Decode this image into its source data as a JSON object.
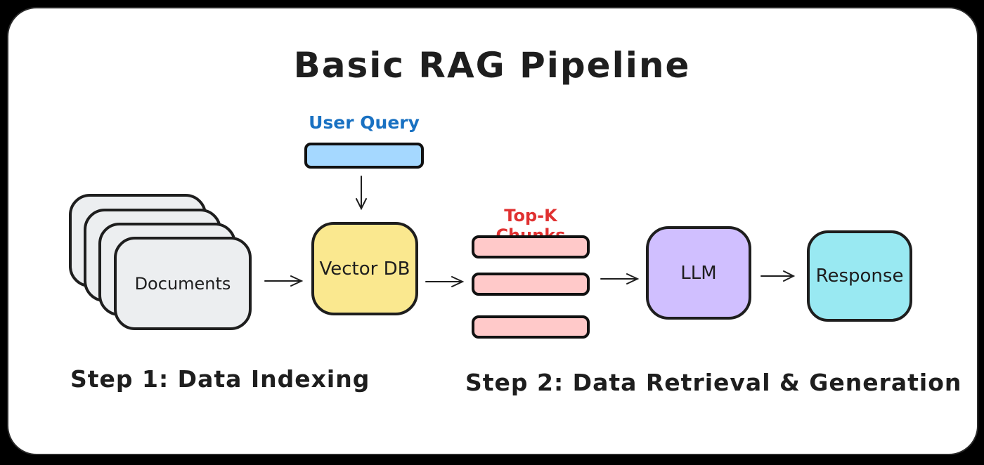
{
  "title": "Basic RAG Pipeline",
  "canvas": {
    "background": "#000000",
    "card_background": "#ffffff",
    "stroke_color": "#1e1e1e"
  },
  "nodes": {
    "user_query": {
      "label": "User Query",
      "label_color": "#1971c2",
      "fill": "#a5d8ff"
    },
    "documents": {
      "label": "Documents",
      "fill": "#eceef0",
      "stack_count": 4
    },
    "vector_db": {
      "label": "Vector DB",
      "fill": "#fae88f"
    },
    "top_k_chunks": {
      "label": "Top-K Chunks",
      "label_color": "#e03131",
      "fill": "#ffc9c9",
      "bar_count": 3
    },
    "llm": {
      "label": "LLM",
      "fill": "#d0bfff"
    },
    "response": {
      "label": "Response",
      "fill": "#99e9f2"
    }
  },
  "steps": {
    "step1": "Step 1: Data Indexing",
    "step2": "Step 2: Data Retrieval & Generation"
  }
}
